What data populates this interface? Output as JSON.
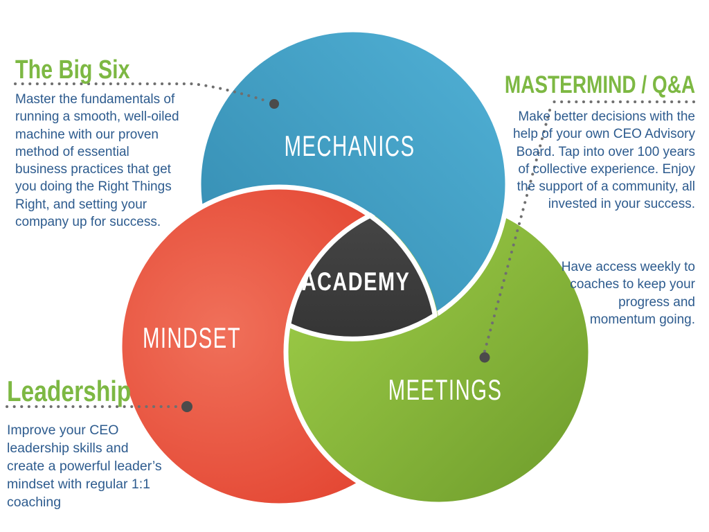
{
  "venn": {
    "mechanics_label": "MECHANICS",
    "mindset_label": "MINDSET",
    "meetings_label": "MEETINGS",
    "academy_label": "ACADEMY"
  },
  "callouts": {
    "big_six": {
      "title": "The Big Six",
      "body": "Master the fundamentals of running a smooth, well-oiled machine with our proven method of essential business practices that get you doing the Right Things Right, and setting your company up for success."
    },
    "mastermind": {
      "title": "MASTERMIND / Q&A",
      "body": "Make better decisions with the help of your own CEO Advisory Board. Tap into over 100 years of collective experience. Enjoy the support of a community, all invested in your success.",
      "body2": "Have access weekly to coaches to keep your progress and momentum going."
    },
    "leadership": {
      "title": "Leadership",
      "body": "Improve your CEO leadership skills and create a powerful leader’s mindset with regular 1:1 coaching"
    }
  },
  "colors": {
    "heading_green": "#7db843",
    "body_navy": "#2d5b8e",
    "connector_gray": "#6f6f6f",
    "connector_dot": "#4b4b4b",
    "blue_light": "#51b1d6",
    "blue_dark": "#3289ae",
    "red_light": "#f0705a",
    "red_dark": "#e03a27",
    "green_light": "#a3d24b",
    "green_dark": "#6d9b2b",
    "center_dark_top": "#454545",
    "center_dark_bottom": "#353535",
    "label_white": "#ffffff"
  }
}
